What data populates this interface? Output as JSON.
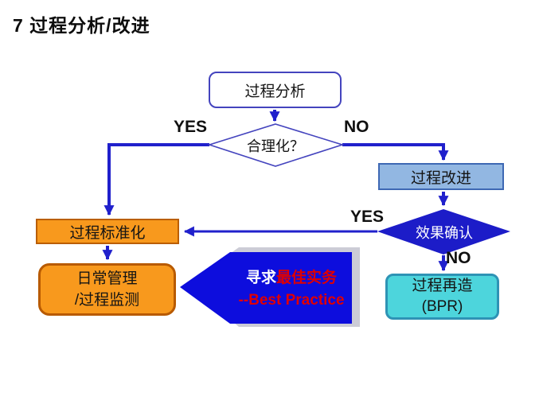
{
  "slide": {
    "title": "7 过程分析/改进"
  },
  "flow": {
    "nodes": {
      "process_analysis": {
        "label": "过程分析"
      },
      "rationalize": {
        "label": "合理化？"
      },
      "process_improve": {
        "label": "过程改进"
      },
      "effect_confirm": {
        "label": "效果确认"
      },
      "process_standardize": {
        "label": "过程标准化"
      },
      "daily_management": {
        "line1": "日常管理",
        "line2": "/过程监测"
      },
      "bpr": {
        "line1": "过程再造",
        "line2": "(BPR)"
      },
      "best_practice": {
        "prefix": "寻求",
        "highlight": "最佳实务",
        "line2": "--Best Practice"
      }
    },
    "edges": {
      "rationalize_yes": "YES",
      "rationalize_no": "NO",
      "confirm_yes": "YES",
      "confirm_no": "NO"
    }
  },
  "colors": {
    "arrow_blue": "#2020cc",
    "decision_fill_blue": "#1c1cc8",
    "pentagon_blue": "#0d0ddd",
    "light_blue_fill": "#92b7e2",
    "orange_fill": "#f8991d",
    "orange_border": "#ba5e00",
    "teal_fill": "#4dd5dc",
    "teal_border": "#2e93b5",
    "highlight_red": "#e00000",
    "shadow_gray": "#ccccd6"
  }
}
